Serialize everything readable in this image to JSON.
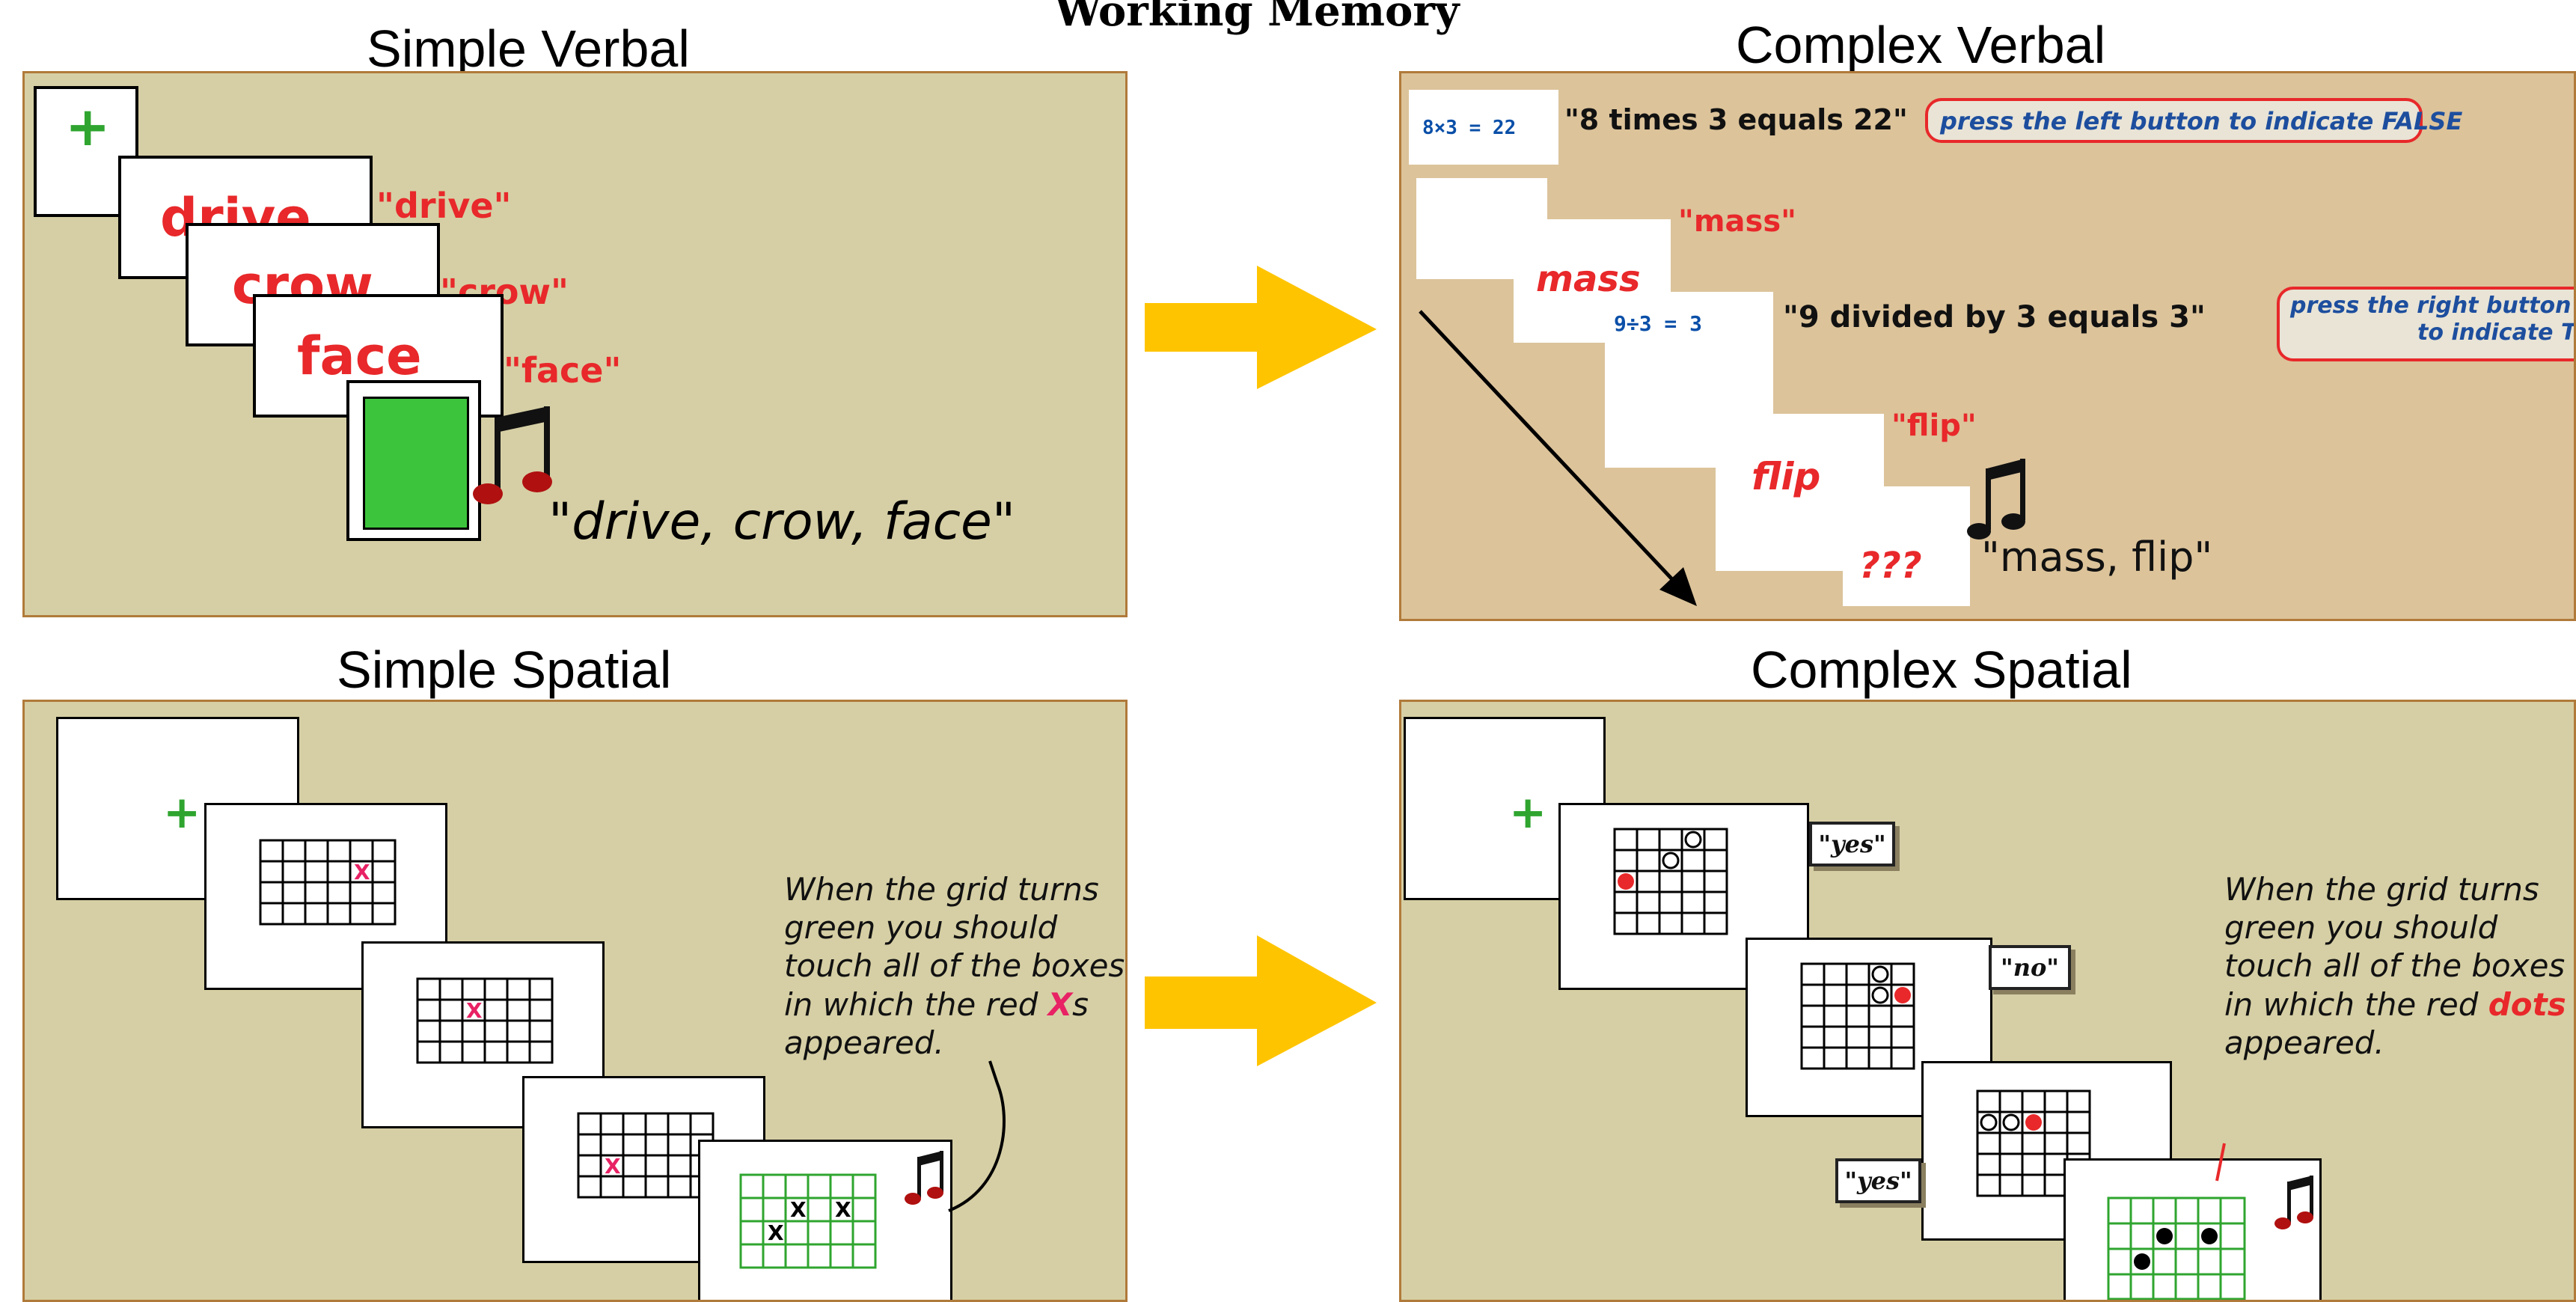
{
  "title": "Working Memory",
  "panels": {
    "simple_verbal": {
      "title": "Simple Verbal",
      "words": [
        "drive",
        "crow",
        "face"
      ],
      "spoken": [
        "\"drive\"",
        "\"crow\"",
        "\"face\""
      ],
      "recall": "\"drive, crow, face\""
    },
    "complex_verbal": {
      "title": "Complex Verbal",
      "eq1": "8×3 = 22",
      "eq1_spoken": "\"8 times 3 equals 22\"",
      "instr1": "press the left button to indicate FALSE",
      "word1": "mass",
      "word1_spoken": "\"mass\"",
      "eq2": "9÷3 = 3",
      "eq2_spoken": "\"9 divided by 3 equals 3\"",
      "instr2_line1": "press the right button",
      "instr2_line2": "to indicate TRUE",
      "word2": "flip",
      "word2_spoken": "\"flip\"",
      "probe": "???",
      "recall": "\"mass, flip\""
    },
    "simple_spatial": {
      "title": "Simple Spatial",
      "note_lines": [
        "When the grid turns",
        "green you should",
        "touch all of the boxes",
        "in which the red ",
        "appeared."
      ],
      "note_x": "X",
      "note_s": "s"
    },
    "complex_spatial": {
      "title": "Complex Spatial",
      "tags": [
        "\"yes\"",
        "\"no\"",
        "\"yes\""
      ],
      "note_lines": [
        "When the grid turns",
        "green you should",
        "touch all of the boxes",
        "in which the red ",
        "appeared."
      ],
      "note_dots": "dots"
    }
  },
  "colors": {
    "arrow": "#ffc400",
    "red": "#e8282a",
    "green": "#2fa52f",
    "blue": "#1d4e9e",
    "panel_bg": "#d6cfa5",
    "panel_border": "#b07a3a"
  }
}
